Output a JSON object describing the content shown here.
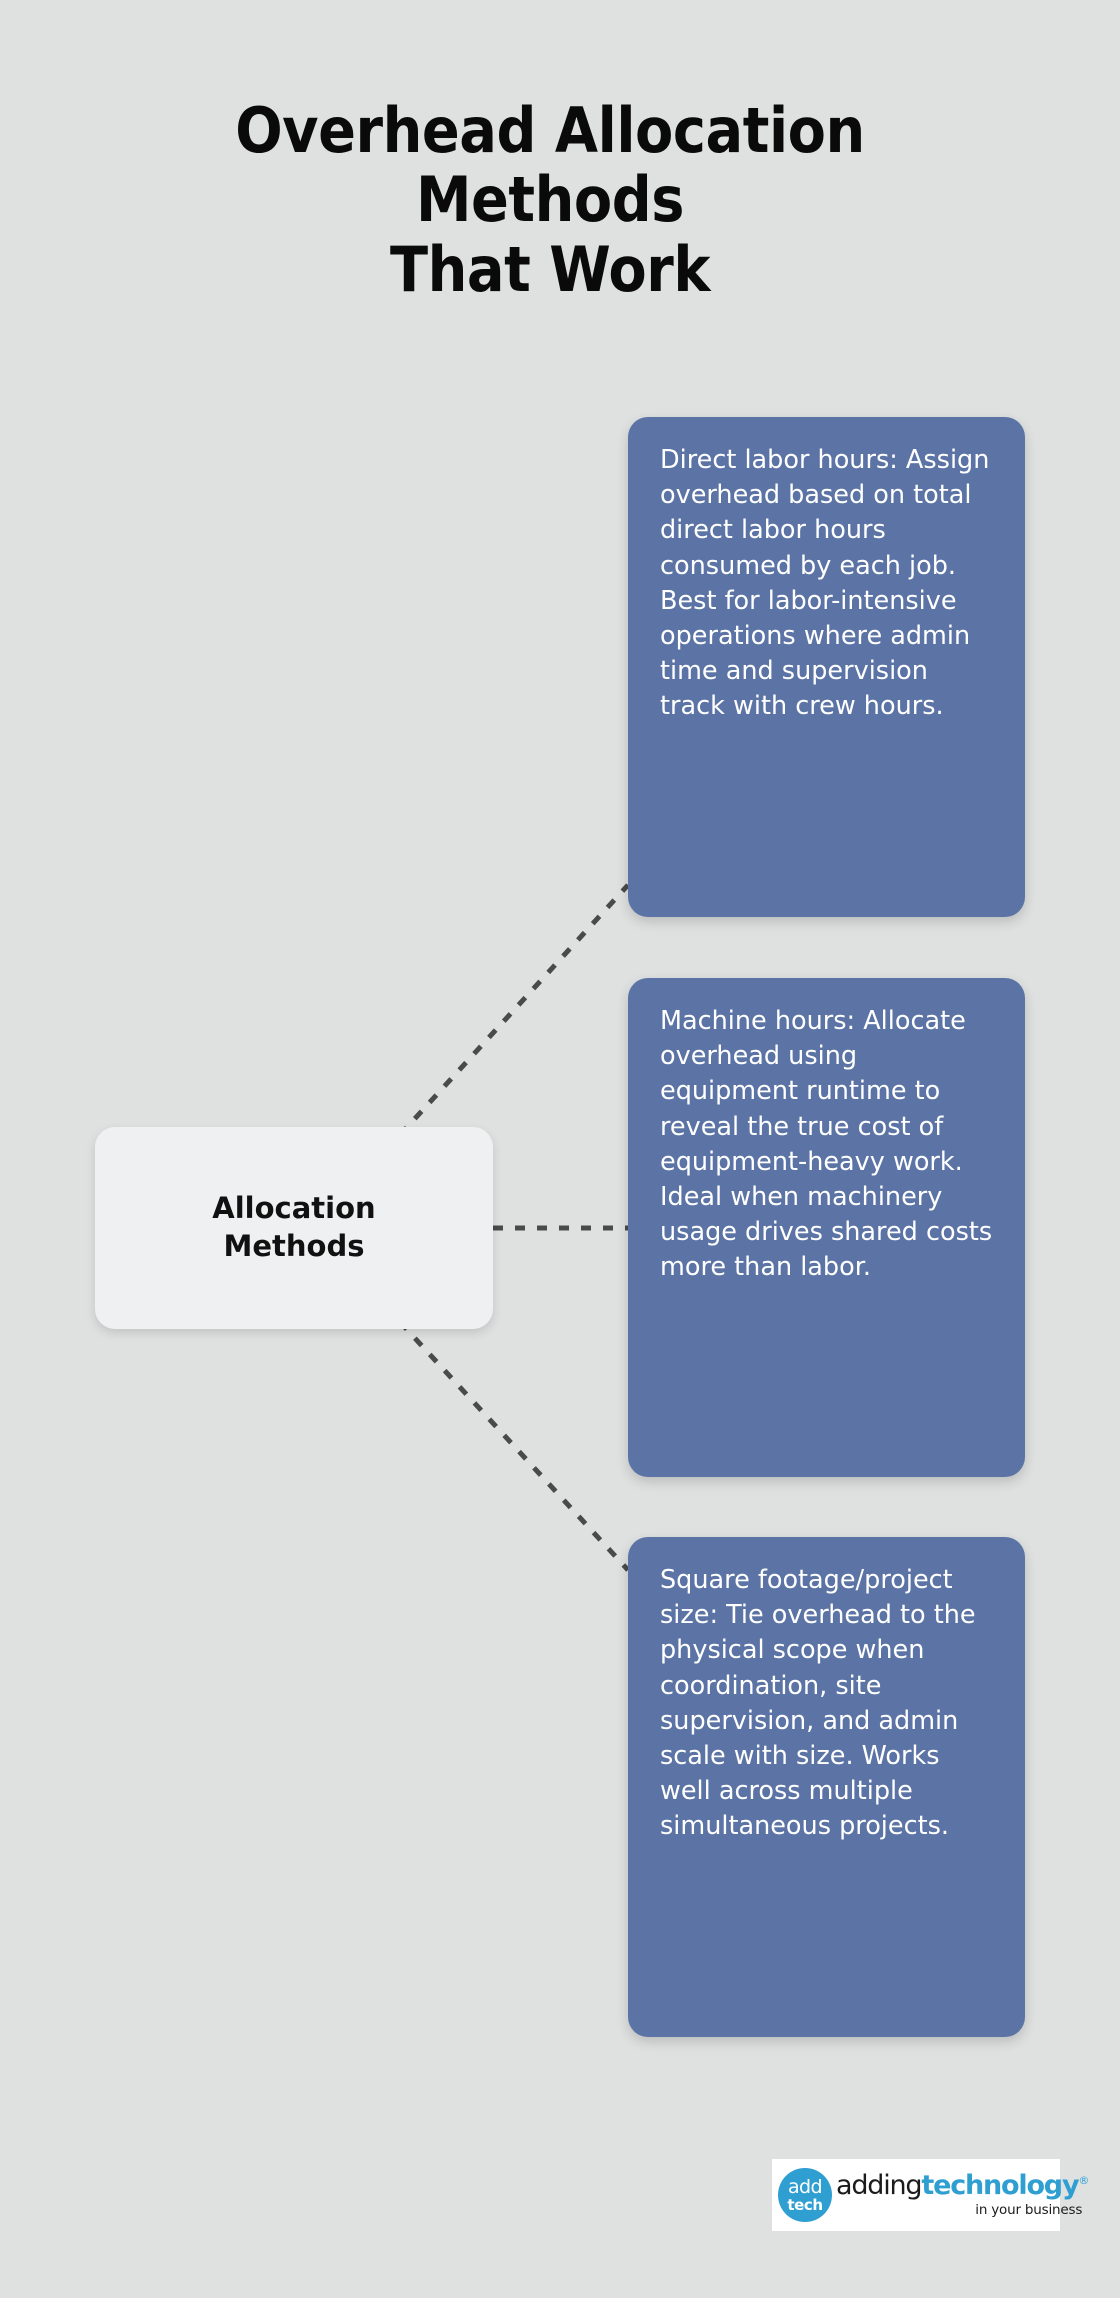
{
  "page": {
    "background_color": "#dfe1e1",
    "title": "Overhead Allocation Methods\nThat Work"
  },
  "diagram": {
    "type": "mind-map",
    "center_node": {
      "label": "Allocation\nMethods",
      "background_color": "#eef0f2",
      "text_color": "#111111"
    },
    "branch_color": "#5c74a5",
    "branch_text_color": "#ffffff",
    "connector_color": "#4a4a4a",
    "connector_style": "dashed",
    "branches": [
      {
        "id": "direct-labor-hours",
        "text": "Direct labor hours: Assign overhead based on total direct labor hours consumed by each job. Best for labor-intensive operations where admin time and supervision track with crew hours."
      },
      {
        "id": "machine-hours",
        "text": "Machine hours: Allocate overhead using equipment runtime to reveal the true cost of equipment-heavy work. Ideal when machinery usage drives shared costs more than labor."
      },
      {
        "id": "square-footage-project-size",
        "text": "Square footage/project size: Tie overhead to the physical scope when coordination, site supervision, and admin scale with size. Works well across multiple simultaneous projects."
      }
    ]
  },
  "logo": {
    "mark_add": "add",
    "mark_tech": "tech",
    "word_adding": "adding",
    "word_technology": "technology",
    "registered_mark": "®",
    "tagline": "in your business",
    "brand_color": "#2f9fd2"
  }
}
